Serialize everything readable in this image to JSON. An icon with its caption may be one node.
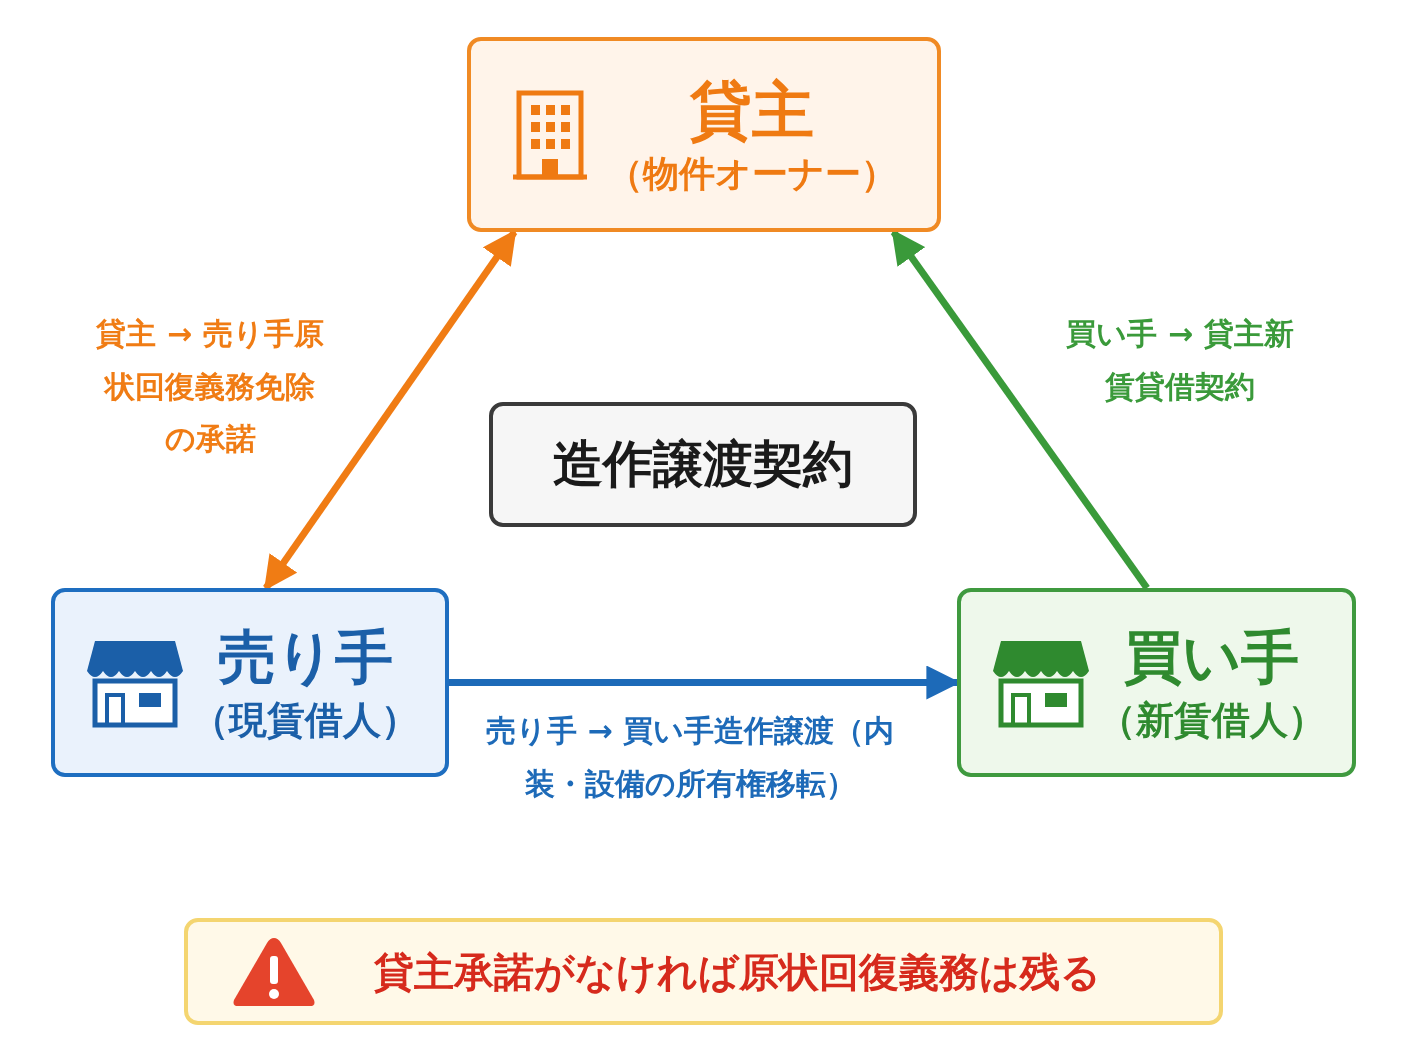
{
  "diagram": {
    "nodes": [
      {
        "text": [
          "貸主",
          "（物件オーナー）"
        ]
      },
      {
        "text": [
          "造作譲渡契約"
        ]
      },
      {
        "text": [
          "売り手",
          "（現賃借人）"
        ]
      },
      {
        "text": [
          "買い手",
          "（新賃借人）"
        ]
      },
      {
        "text": [
          "貸主承諾がなければ原状回復義務は残る"
        ]
      }
    ],
    "edges": [
      {
        "from": 0,
        "to": 2,
        "arrow": "both",
        "label": "貸主 → 売り手原状回復義務免除の承諾",
        "color": "#f07c14"
      },
      {
        "from": 3,
        "to": 0,
        "arrow": "to",
        "label": "買い手 → 貸主新賃貸借契約",
        "color": "#3a9a3a"
      },
      {
        "from": 2,
        "to": 3,
        "arrow": "to",
        "label": "売り手 → 買い手造作譲渡（内装・設備の所有権移転）",
        "color": "#1d6ab8"
      }
    ]
  }
}
